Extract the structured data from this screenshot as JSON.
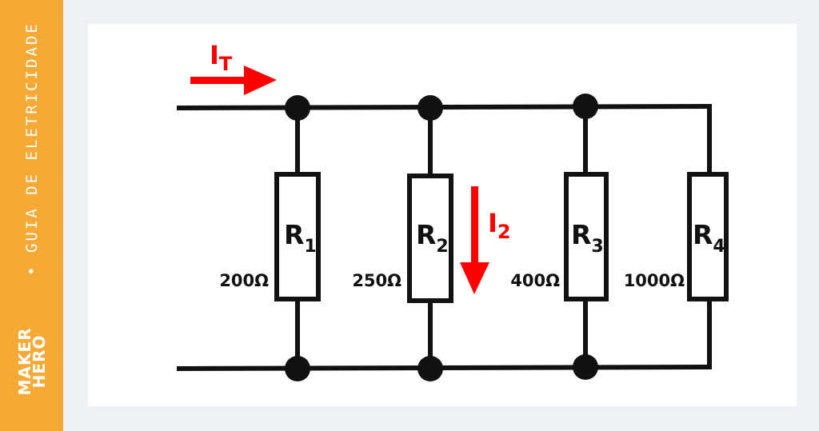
{
  "sidebar": {
    "tagline": "• GUIA DE ELETRICIDADE",
    "brand_line1": "MAKER",
    "brand_line2": "HERO",
    "color": "#f6a934"
  },
  "diagram": {
    "colors": {
      "wire": "#111111",
      "current": "#ff0000"
    },
    "total_current": {
      "letter": "I",
      "subscript": "T"
    },
    "branch_current": {
      "letter": "I",
      "subscript": "2"
    },
    "resistors": [
      {
        "letter": "R",
        "subscript": "1",
        "value": "200Ω"
      },
      {
        "letter": "R",
        "subscript": "2",
        "value": "250Ω"
      },
      {
        "letter": "R",
        "subscript": "3",
        "value": "400Ω"
      },
      {
        "letter": "R",
        "subscript": "4",
        "value": "1000Ω"
      }
    ]
  }
}
